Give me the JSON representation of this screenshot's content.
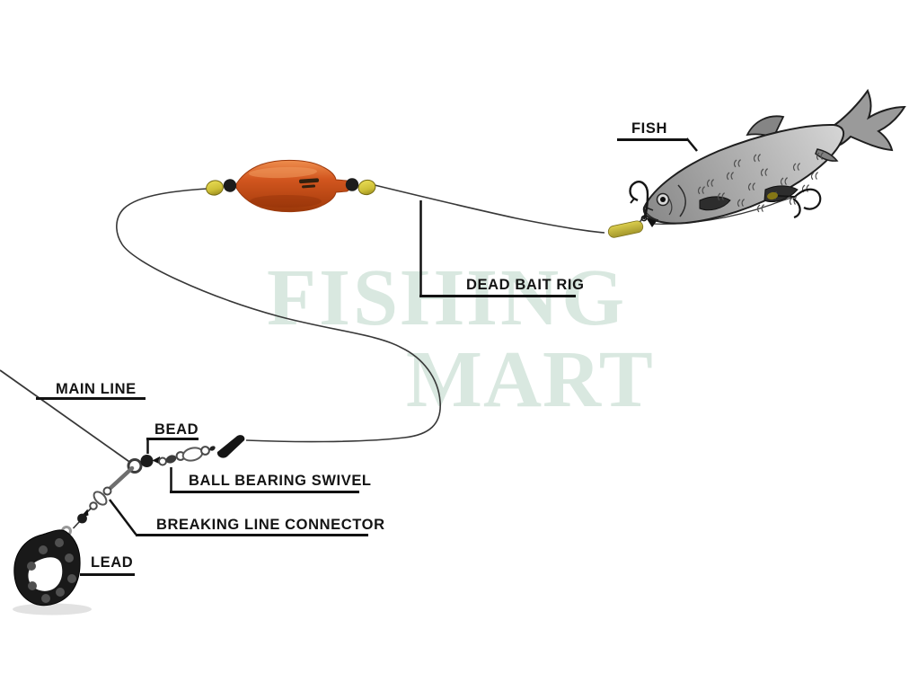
{
  "watermark": {
    "line1": "FISHING",
    "line2": "MART"
  },
  "labels": {
    "fish": "FISH",
    "dead_bait_rig": "DEAD BAIT RIG",
    "main_line": "MAIN LINE",
    "bead": "BEAD",
    "ball_bearing_swivel": "BALL BEARING SWIVEL",
    "breaking_line_connector": "BREAKING LINE CONNECTOR",
    "lead": "LEAD"
  },
  "colors": {
    "background": "#ffffff",
    "line": "#383838",
    "label_text": "#141414",
    "watermark_green": "#d9e8e0",
    "float_orange": "#d2561f",
    "bead_yellow": "#d6c83e",
    "bead_black": "#1c1c1c",
    "fish_gray": "#a9a9a9",
    "lead_black": "#191919",
    "bait_tube_yellow": "#cfc140"
  }
}
